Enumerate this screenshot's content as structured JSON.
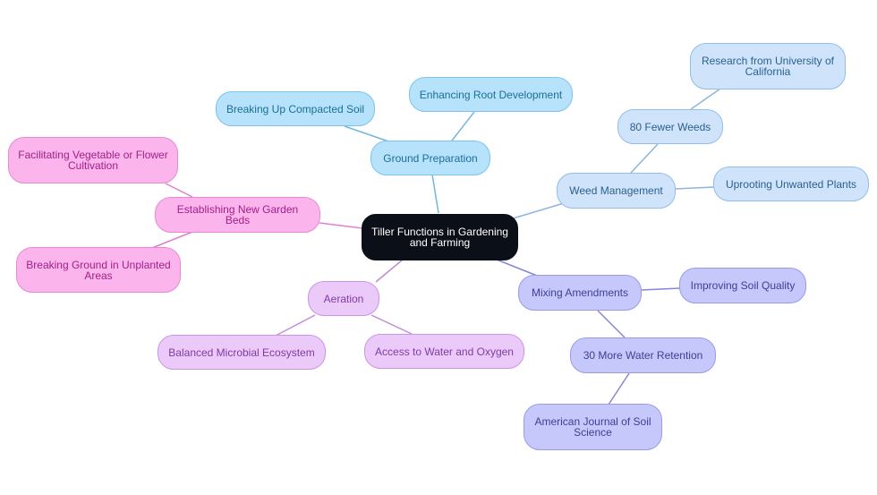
{
  "diagram": {
    "root": {
      "label": "Tiller Functions in Gardening and Farming"
    },
    "branches": {
      "ground_preparation": {
        "label": "Ground Preparation",
        "children": [
          "Breaking Up Compacted Soil",
          "Enhancing Root Development"
        ]
      },
      "weed_management": {
        "label": "Weed Management",
        "fewer_weeds": {
          "label": "80 Fewer Weeds",
          "source": "Research from University of California"
        },
        "uprooting": "Uprooting Unwanted Plants"
      },
      "garden_beds": {
        "label": "Establishing New Garden Beds",
        "children": [
          "Facilitating Vegetable or Flower Cultivation",
          "Breaking Ground in Unplanted Areas"
        ]
      },
      "aeration": {
        "label": "Aeration",
        "children": [
          "Balanced Microbial Ecosystem",
          "Access to Water and Oxygen"
        ]
      },
      "mixing_amendments": {
        "label": "Mixing Amendments",
        "soil_quality": "Improving Soil Quality",
        "water_retention": {
          "label": "30 More Water Retention",
          "source": "American Journal of Soil Science"
        }
      }
    },
    "colors": {
      "blue": "#b7e2fb",
      "light_blue": "#cfe4fa",
      "pink": "#fbb4ec",
      "lavender": "#ebc9f8",
      "periwinkle": "#c6c7fb",
      "root": "#0b0f17"
    }
  }
}
